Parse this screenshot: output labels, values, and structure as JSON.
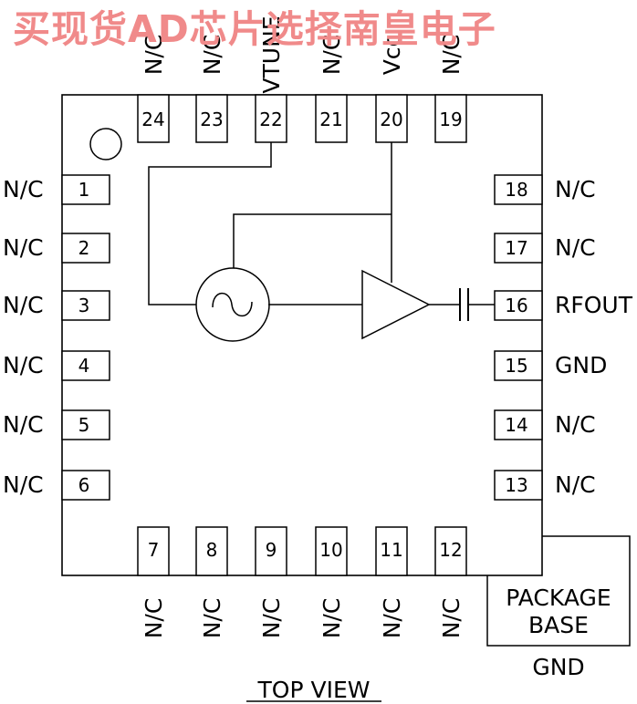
{
  "watermark": "买现货AD芯片选择南皇电子",
  "top_pins": [
    {
      "num": "24",
      "label": "N/C"
    },
    {
      "num": "23",
      "label": "N/C"
    },
    {
      "num": "22",
      "label": "VTUNE"
    },
    {
      "num": "21",
      "label": "N/C"
    },
    {
      "num": "20",
      "label": "Vcc"
    },
    {
      "num": "19",
      "label": "N/C"
    }
  ],
  "left_pins": [
    {
      "num": "1",
      "label": "N/C"
    },
    {
      "num": "2",
      "label": "N/C"
    },
    {
      "num": "3",
      "label": "N/C"
    },
    {
      "num": "4",
      "label": "N/C"
    },
    {
      "num": "5",
      "label": "N/C"
    },
    {
      "num": "6",
      "label": "N/C"
    }
  ],
  "right_pins": [
    {
      "num": "18",
      "label": "N/C"
    },
    {
      "num": "17",
      "label": "N/C"
    },
    {
      "num": "16",
      "label": "RFOUT"
    },
    {
      "num": "15",
      "label": "GND"
    },
    {
      "num": "14",
      "label": "N/C"
    },
    {
      "num": "13",
      "label": "N/C"
    }
  ],
  "bottom_pins": [
    {
      "num": "7",
      "label": "N/C"
    },
    {
      "num": "8",
      "label": "N/C"
    },
    {
      "num": "9",
      "label": "N/C"
    },
    {
      "num": "10",
      "label": "N/C"
    },
    {
      "num": "11",
      "label": "N/C"
    },
    {
      "num": "12",
      "label": "N/C"
    }
  ],
  "package_base": {
    "line1": "PACKAGE",
    "line2": "BASE",
    "pin_label": "GND"
  },
  "view_label": "TOP VIEW"
}
